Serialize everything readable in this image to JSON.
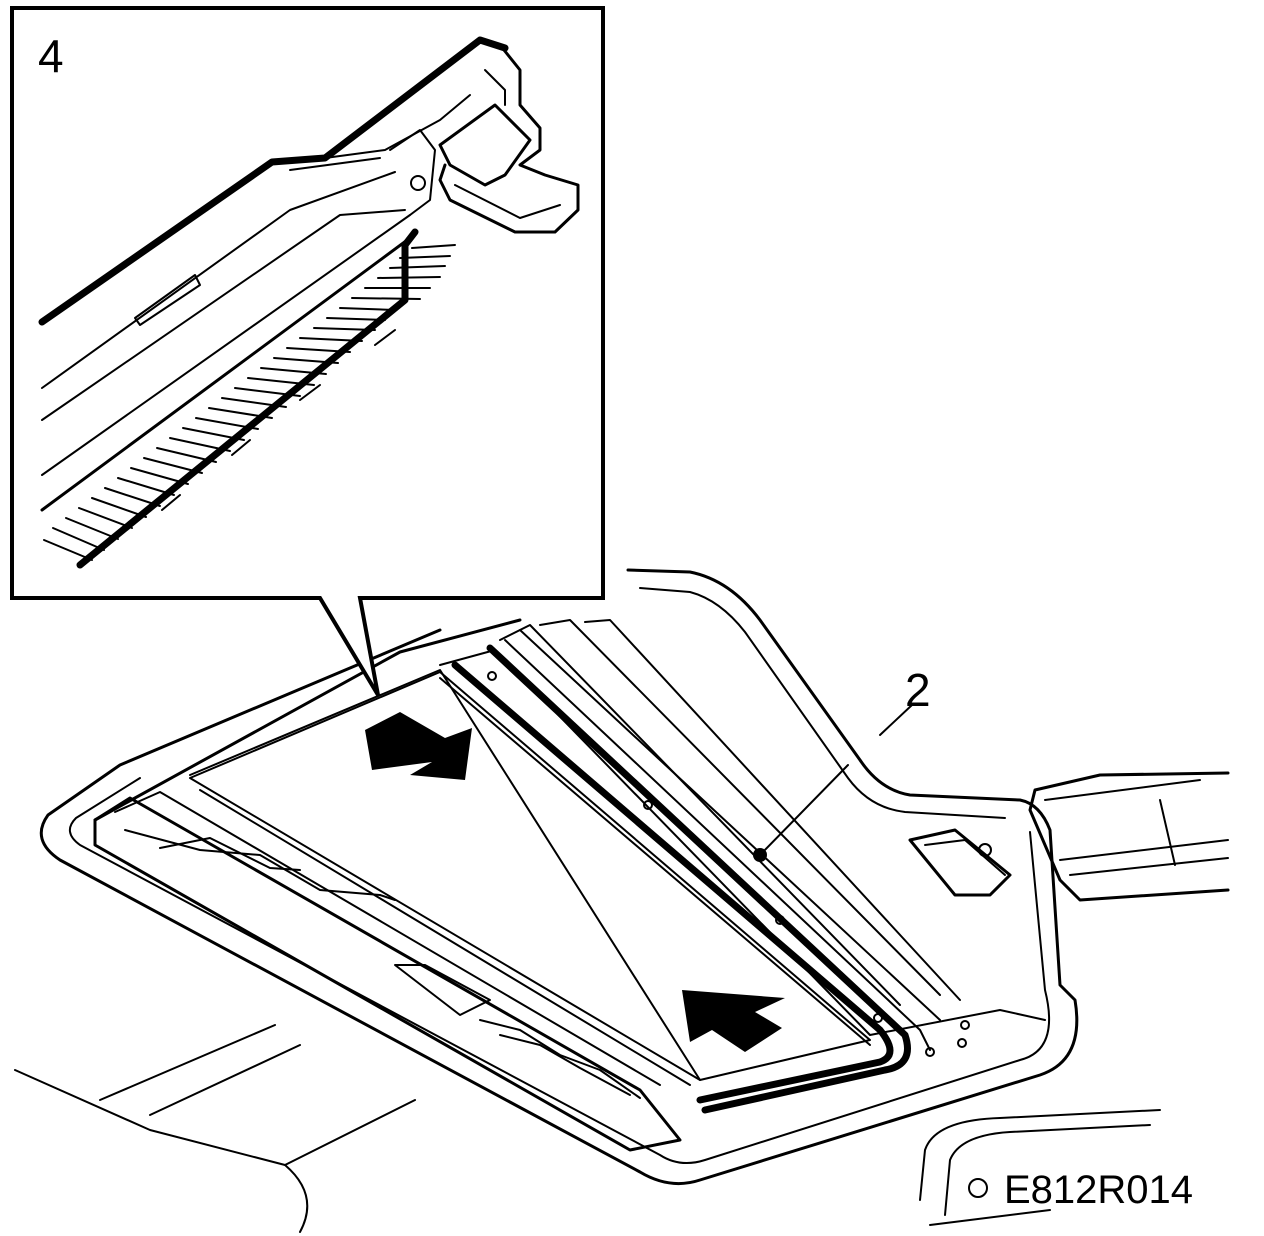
{
  "labels": {
    "detail_number": "4",
    "part_number": "2",
    "figure_code": "E812R014"
  }
}
